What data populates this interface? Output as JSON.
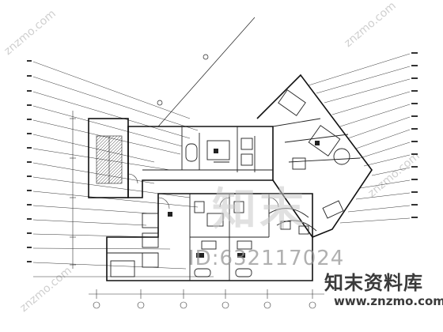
{
  "watermark": {
    "domain_text": "znzmo.com",
    "brand_cn": "知末资料库",
    "brand_url": "www.znzmo.com",
    "id_label": "ID:632117024",
    "logo_text": "知末"
  },
  "colors": {
    "line": "#1a1a1a",
    "watermark": "#c8c8c8",
    "brand": "#3a3a3a"
  }
}
